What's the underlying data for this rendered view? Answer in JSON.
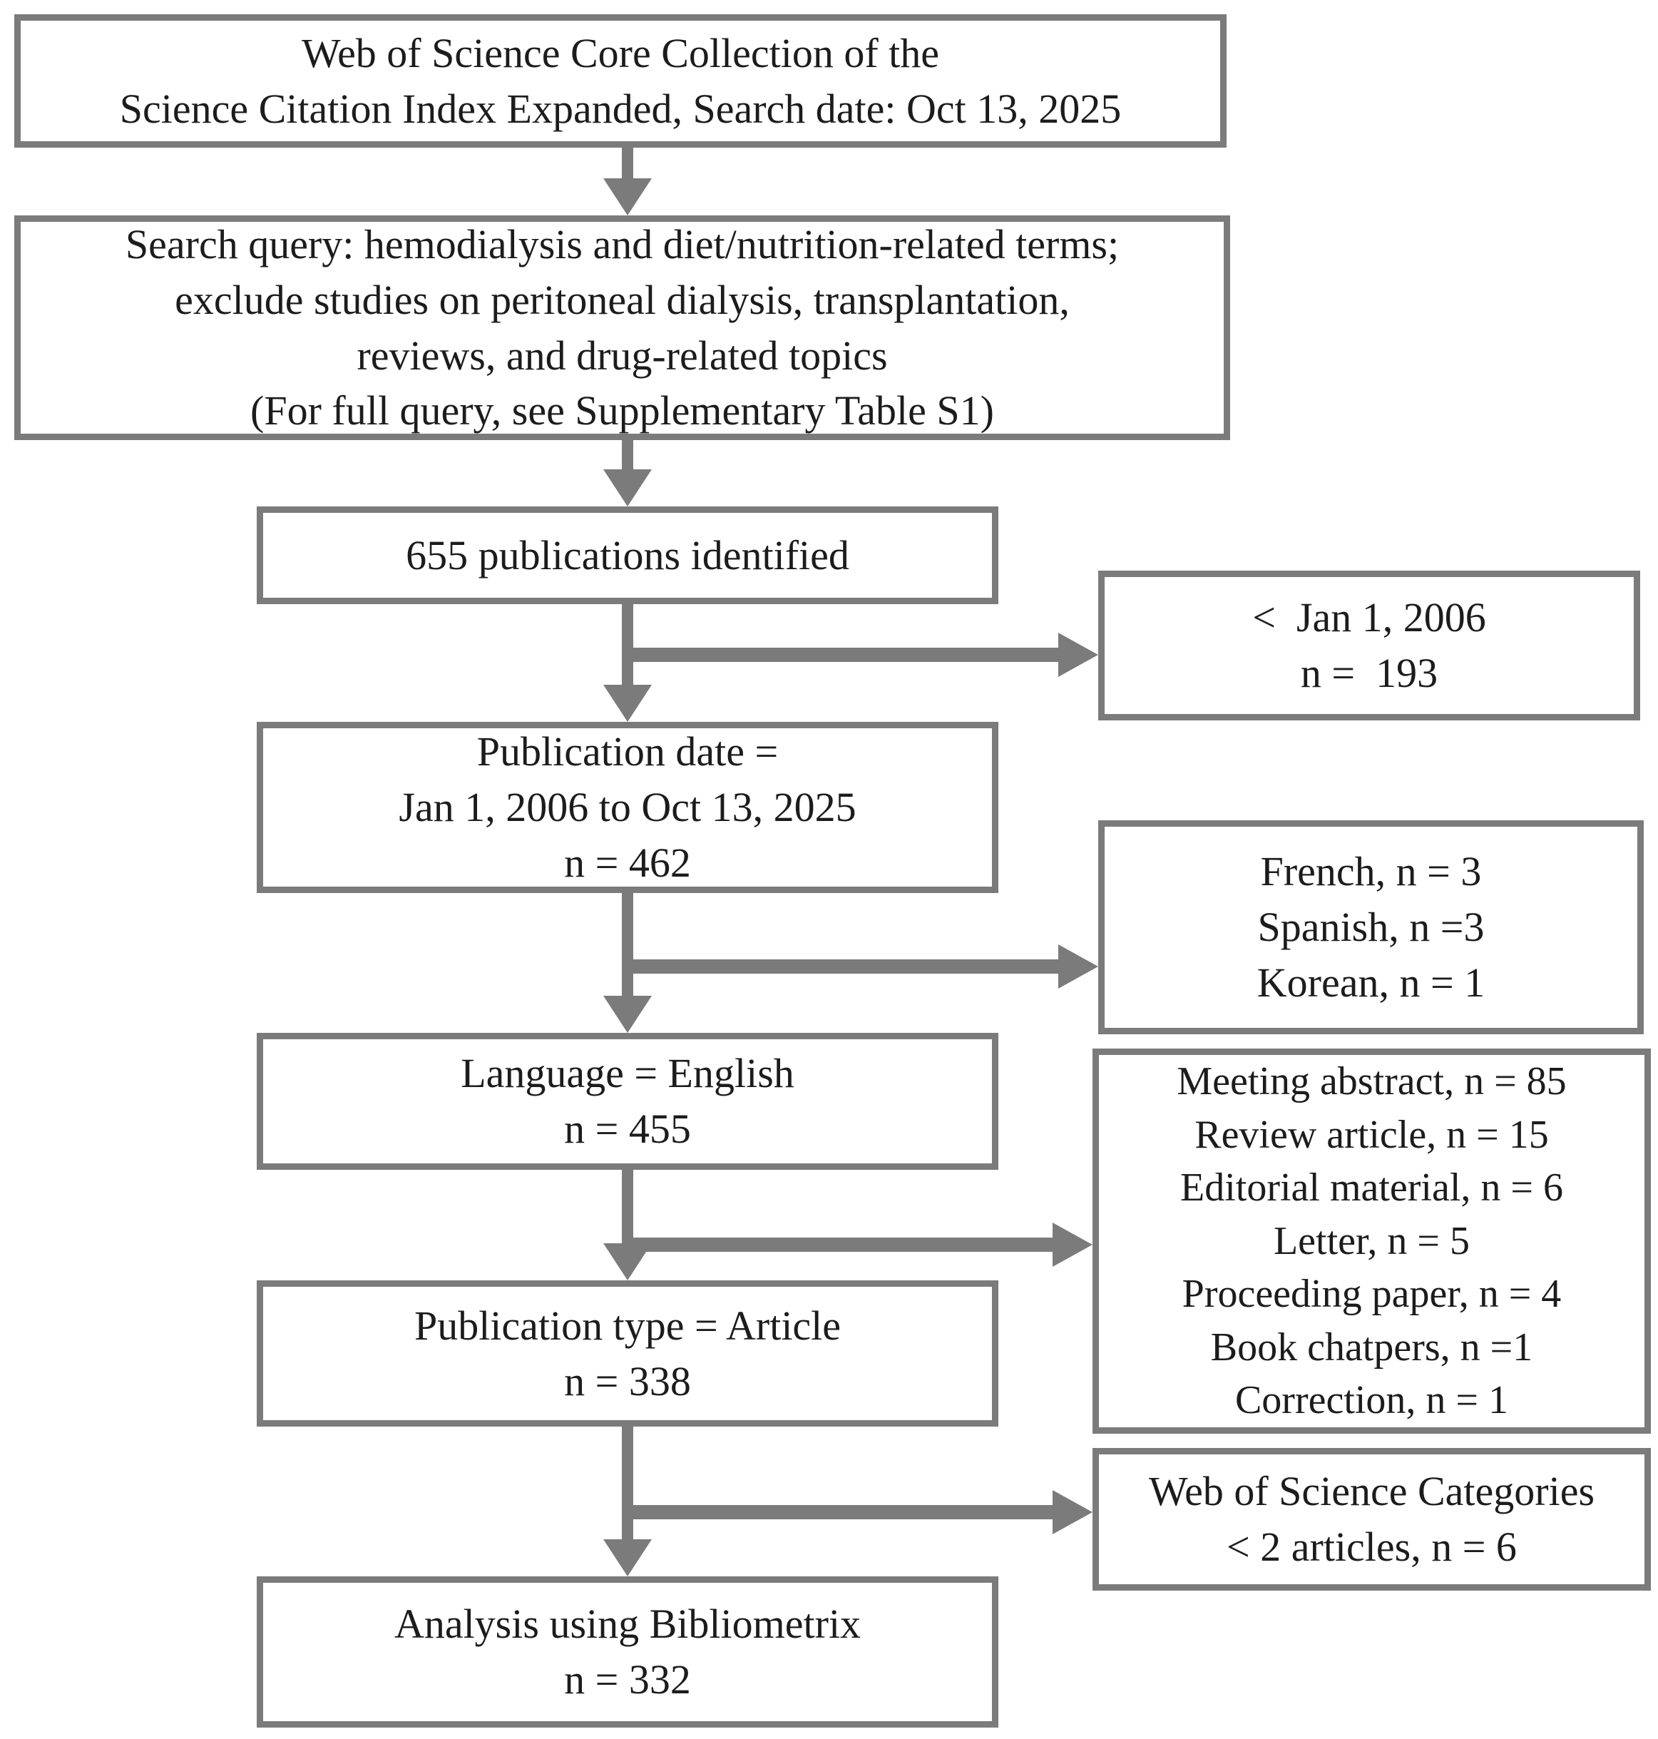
{
  "flowchart": {
    "colors": {
      "box_border": "#7b7b7b",
      "arrow": "#7b7b7b",
      "text": "#1c1c1c",
      "background": "#ffffff"
    },
    "main_boxes": [
      {
        "id": "source",
        "text": "Web of Science Core Collection of the\nScience Citation Index Expanded, Search date: Oct 13, 2025"
      },
      {
        "id": "search-query",
        "text": "Search query: hemodialysis and diet/nutrition-related terms;\nexclude studies on peritoneal dialysis, transplantation,\nreviews, and drug-related topics\n(For full query, see Supplementary Table S1)"
      },
      {
        "id": "publications-identified",
        "text": "655 publications identified"
      },
      {
        "id": "publication-date-filter",
        "text": "Publication date =\nJan 1, 2006 to Oct 13, 2025\nn = 462"
      },
      {
        "id": "language-filter",
        "text": "Language = English\nn = 455"
      },
      {
        "id": "publication-type-filter",
        "text": "Publication type = Article\nn = 338"
      },
      {
        "id": "analysis",
        "text": "Analysis using Bibliometrix\nn = 332"
      }
    ],
    "excluded_boxes": [
      {
        "id": "excluded-before-2006",
        "text": "<  Jan 1, 2006\nn =  193"
      },
      {
        "id": "excluded-non-english",
        "text": "French, n = 3\nSpanish, n =3\nKorean, n = 1"
      },
      {
        "id": "excluded-non-article",
        "text": "Meeting abstract, n = 85\nReview article, n = 15\nEditorial material, n = 6\nLetter, n = 5\nProceeding paper, n = 4\nBook chatpers, n =1\nCorrection, n = 1"
      },
      {
        "id": "excluded-wos-categories",
        "text": "Web of Science Categories\n< 2 articles, n = 6"
      }
    ]
  }
}
